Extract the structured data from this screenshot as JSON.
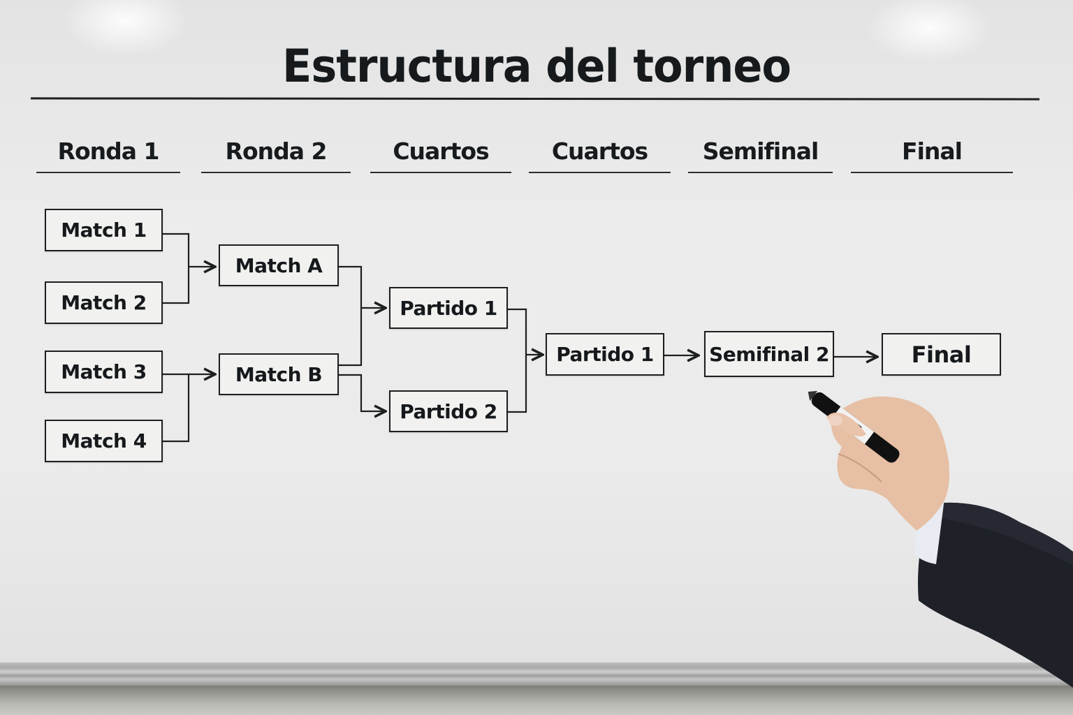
{
  "title": "Estructura del torneo",
  "rounds": [
    {
      "label": "Ronda 1"
    },
    {
      "label": "Ronda 2"
    },
    {
      "label": "Cuartos"
    },
    {
      "label": "Cuartos"
    },
    {
      "label": "Semifinal"
    },
    {
      "label": "Final"
    }
  ],
  "matches": {
    "round1": [
      "Match 1",
      "Match 2",
      "Match 3",
      "Match 4"
    ],
    "round2": [
      "Match A",
      "Match B"
    ],
    "cuartos_a": [
      "Partido 1",
      "Partido 2"
    ],
    "cuartos_b": [
      "Partido 1"
    ],
    "semifinal": [
      "Semifinal 2"
    ],
    "final": [
      "Final"
    ]
  },
  "colors": {
    "ink": "#1c1e1f",
    "board": "#ebebeb",
    "suit": "#1e2128",
    "skin": "#e9c3aa"
  }
}
